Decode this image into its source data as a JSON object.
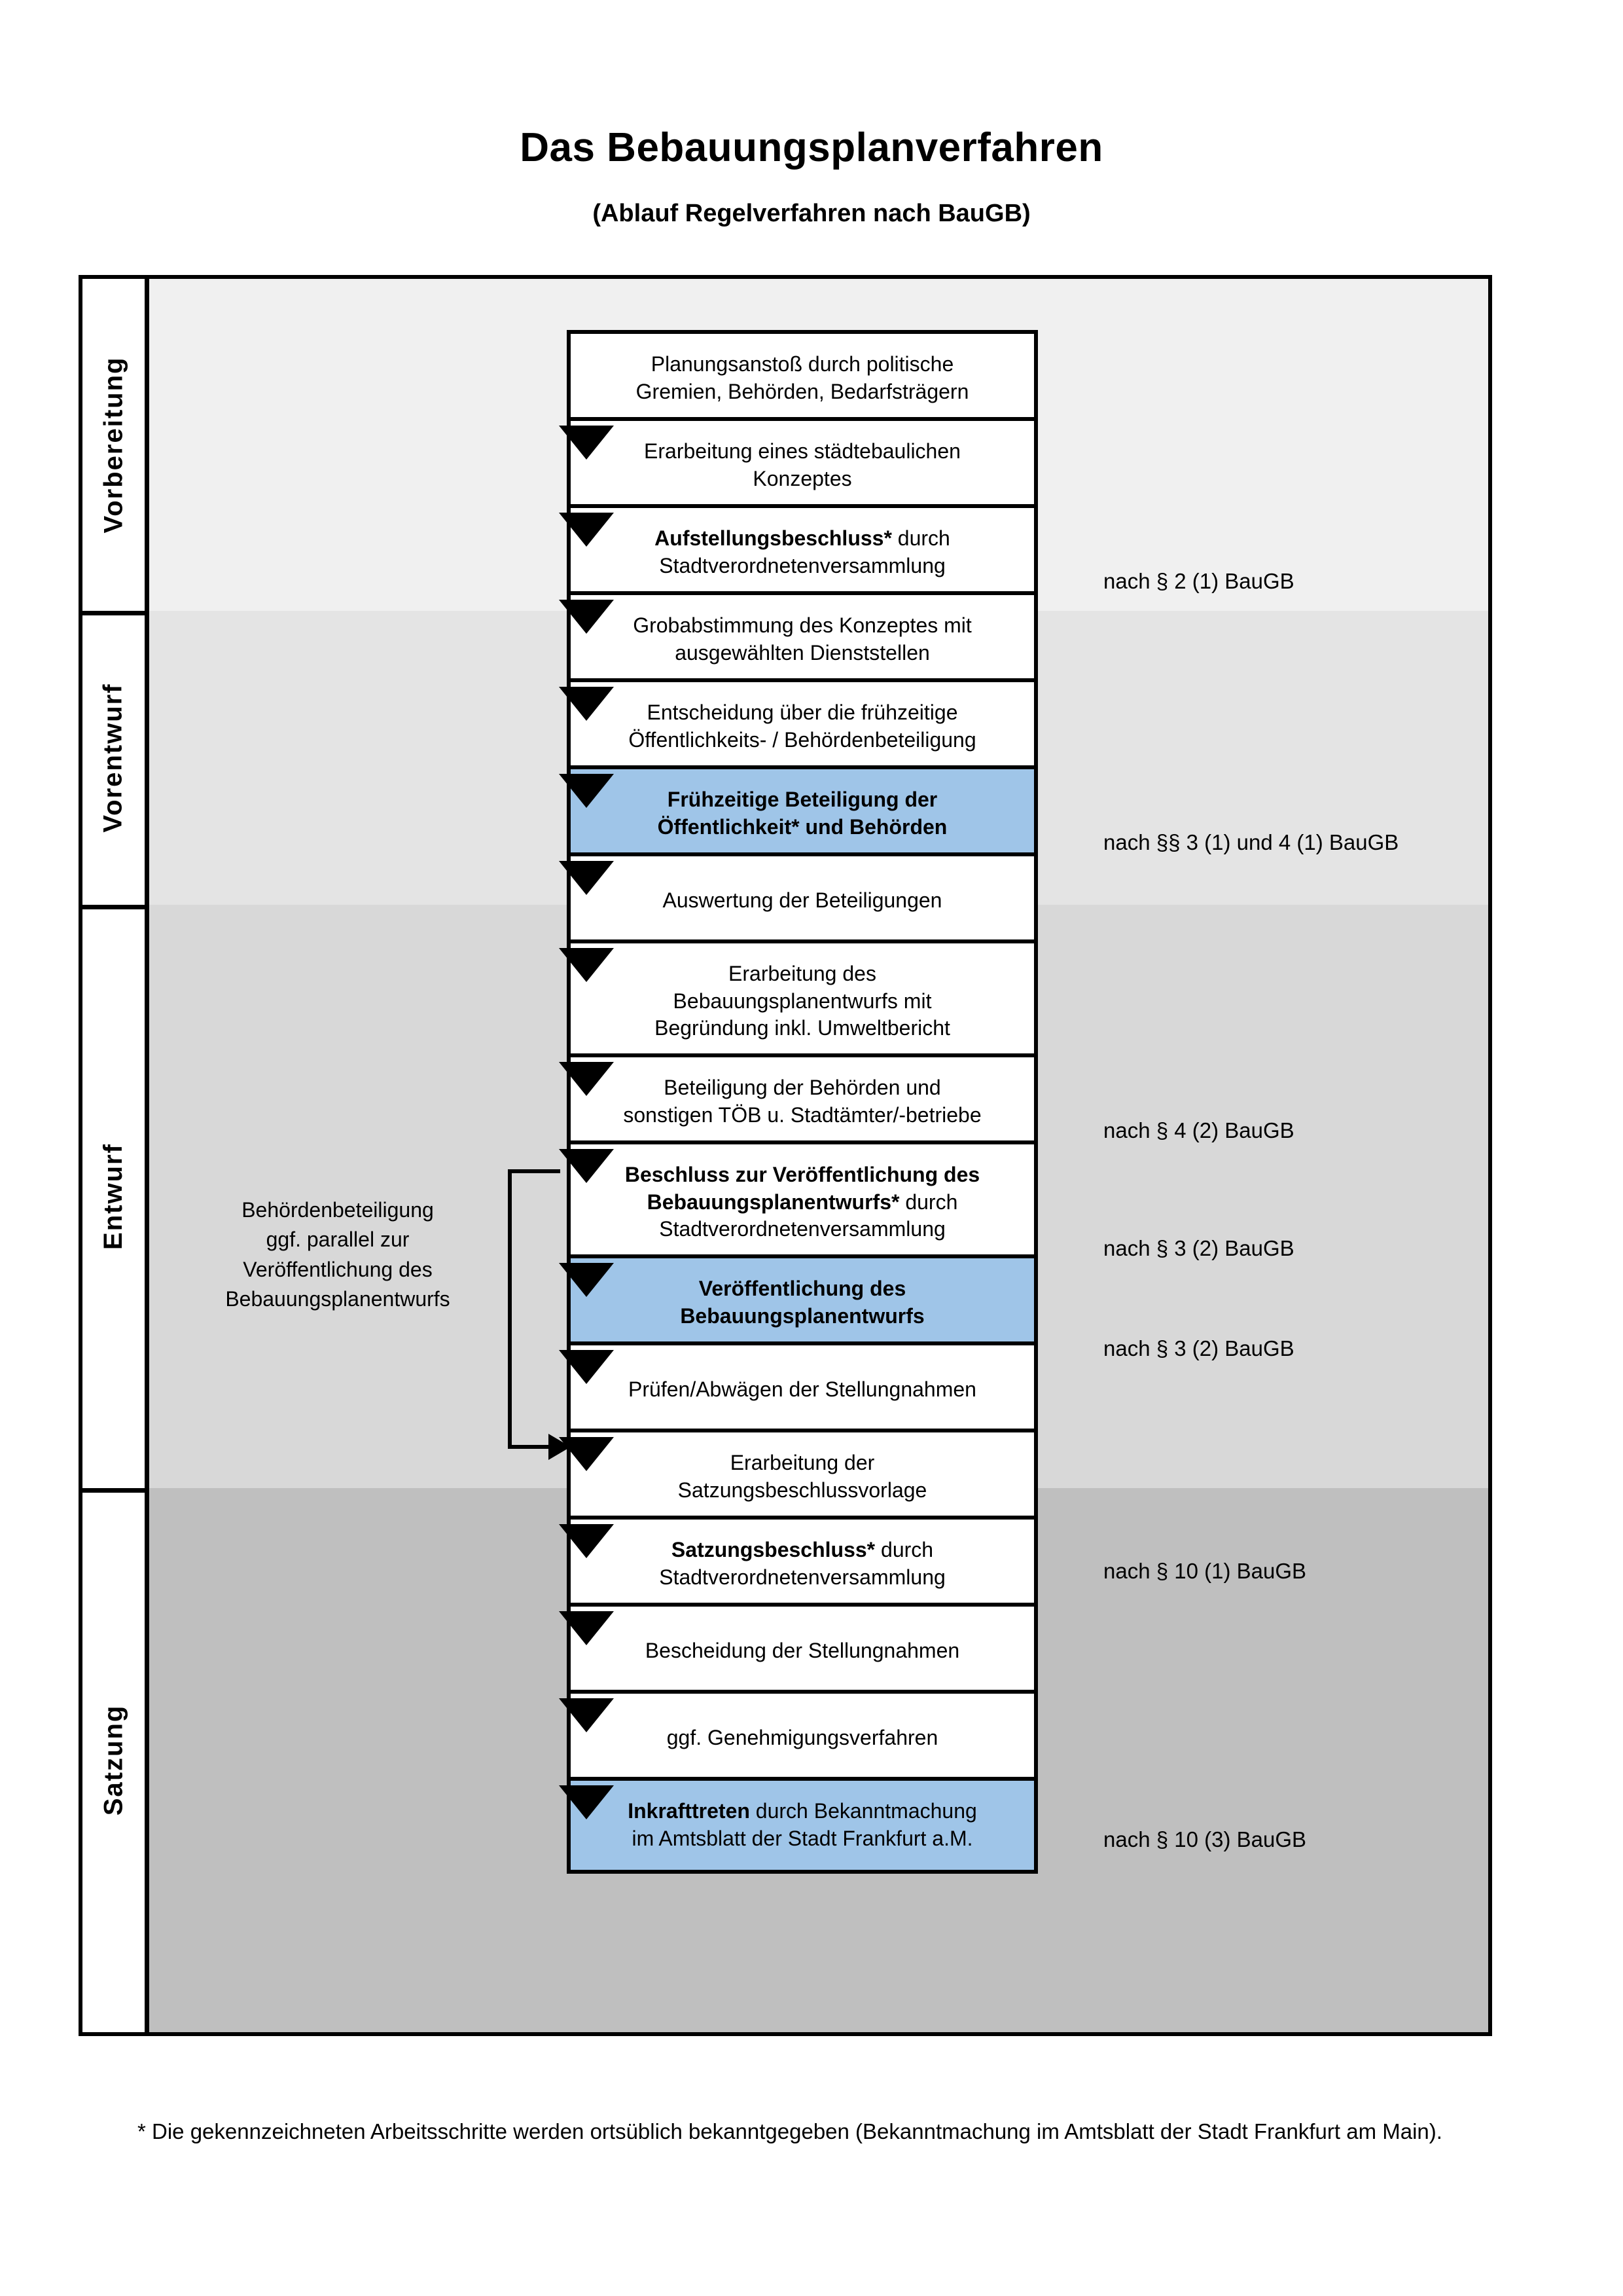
{
  "header": {
    "title": "Das Bebauungsplanverfahren",
    "subtitle": "(Ablauf Regelverfahren nach BauGB)"
  },
  "colors": {
    "highlight_blue": "#9fc5e8",
    "band_vorbereitung": "#f0f0f0",
    "band_vorentwurf": "#e4e4e4",
    "band_entwurf": "#d8d8d8",
    "band_satzung": "#bfbfbf",
    "box_border": "#000000",
    "box_fill": "#ffffff"
  },
  "phases": [
    {
      "id": "vorbereitung",
      "label": "Vorbereitung"
    },
    {
      "id": "vorentwurf",
      "label": "Vorentwurf"
    },
    {
      "id": "entwurf",
      "label": "Entwurf"
    },
    {
      "id": "satzung",
      "label": "Satzung"
    }
  ],
  "steps": [
    {
      "id": "planungsanstoss",
      "phase": "vorbereitung",
      "highlight": false,
      "lines": [
        {
          "text": "Planungsanstoß durch politische",
          "bold": false
        },
        {
          "text": "Gremien, Behörden, Bedarfsträgern",
          "bold": false
        }
      ]
    },
    {
      "id": "staedtebauliches-konzept",
      "phase": "vorbereitung",
      "highlight": false,
      "lines": [
        {
          "text": "Erarbeitung eines städtebaulichen",
          "bold": false
        },
        {
          "text": "Konzeptes",
          "bold": false
        }
      ]
    },
    {
      "id": "aufstellungsbeschluss",
      "phase": "vorbereitung",
      "highlight": false,
      "lines": [
        {
          "text": "Aufstellungsbeschluss*",
          "bold": true,
          "suffix": " durch"
        },
        {
          "text": "Stadtverordnetenversammlung",
          "bold": false
        }
      ]
    },
    {
      "id": "grobabstimmung",
      "phase": "vorentwurf",
      "highlight": false,
      "lines": [
        {
          "text": "Grobabstimmung des Konzeptes mit",
          "bold": false
        },
        {
          "text": "ausgewählten Dienststellen",
          "bold": false
        }
      ]
    },
    {
      "id": "entscheidung-fruehzeitige-beteiligung",
      "phase": "vorentwurf",
      "highlight": false,
      "lines": [
        {
          "text": "Entscheidung über die frühzeitige",
          "bold": false
        },
        {
          "text": "Öffentlichkeits- / Behördenbeteiligung",
          "bold": false
        }
      ]
    },
    {
      "id": "fruehzeitige-beteiligung",
      "phase": "vorentwurf",
      "highlight": true,
      "lines": [
        {
          "text": "Frühzeitige Beteiligung der",
          "bold": true
        },
        {
          "text": "Öffentlichkeit* und Behörden",
          "bold": true
        }
      ]
    },
    {
      "id": "auswertung-beteiligungen",
      "phase": "entwurf",
      "highlight": false,
      "lines": [
        {
          "text": "Auswertung der Beteiligungen",
          "bold": false
        }
      ]
    },
    {
      "id": "erarbeitung-bebauungsplanentwurf",
      "phase": "entwurf",
      "highlight": false,
      "lines": [
        {
          "text": "Erarbeitung des",
          "bold": false
        },
        {
          "text": "Bebauungsplanentwurfs mit",
          "bold": false
        },
        {
          "text": "Begründung inkl. Umweltbericht",
          "bold": false
        }
      ]
    },
    {
      "id": "beteiligung-behoerden-toeb",
      "phase": "entwurf",
      "highlight": false,
      "lines": [
        {
          "text": "Beteiligung der Behörden und",
          "bold": false
        },
        {
          "text": "sonstigen TÖB u. Stadtämter/-betriebe",
          "bold": false
        }
      ]
    },
    {
      "id": "beschluss-veroeffentlichung",
      "phase": "entwurf",
      "highlight": false,
      "lines": [
        {
          "text": "Beschluss zur Veröffentlichung des",
          "bold": true
        },
        {
          "text": "Bebauungsplanentwurfs*",
          "bold": true,
          "suffix": " durch"
        },
        {
          "text": "Stadtverordnetenversammlung",
          "bold": false
        }
      ]
    },
    {
      "id": "veroeffentlichung-bebauungsplanentwurf",
      "phase": "entwurf",
      "highlight": true,
      "lines": [
        {
          "text": "Veröffentlichung des",
          "bold": true
        },
        {
          "text": "Bebauungsplanentwurfs",
          "bold": true
        }
      ]
    },
    {
      "id": "pruefen-abwaegen",
      "phase": "satzung",
      "highlight": false,
      "lines": [
        {
          "text": "Prüfen/Abwägen der Stellungnahmen",
          "bold": false
        }
      ]
    },
    {
      "id": "erarbeitung-satzungsbeschlussvorlage",
      "phase": "satzung",
      "highlight": false,
      "lines": [
        {
          "text": "Erarbeitung der",
          "bold": false
        },
        {
          "text": "Satzungsbeschlussvorlage",
          "bold": false
        }
      ]
    },
    {
      "id": "satzungsbeschluss",
      "phase": "satzung",
      "highlight": false,
      "lines": [
        {
          "text": "Satzungsbeschluss*",
          "bold": true,
          "suffix": " durch"
        },
        {
          "text": "Stadtverordnetenversammlung",
          "bold": false
        }
      ]
    },
    {
      "id": "bescheidung-stellungnahmen",
      "phase": "satzung",
      "highlight": false,
      "lines": [
        {
          "text": "Bescheidung der Stellungnahmen",
          "bold": false
        }
      ]
    },
    {
      "id": "genehmigungsverfahren",
      "phase": "satzung",
      "highlight": false,
      "lines": [
        {
          "text": "ggf. Genehmigungsverfahren",
          "bold": false
        }
      ]
    },
    {
      "id": "inkrafttreten",
      "phase": "satzung",
      "highlight": true,
      "lines": [
        {
          "text": "Inkrafttreten",
          "bold": true,
          "suffix": " durch Bekanntmachung"
        },
        {
          "text": "im Amtsblatt der Stadt Frankfurt a.M.",
          "bold": false
        }
      ]
    }
  ],
  "legal_refs": [
    {
      "id": "ref-par2-1",
      "text": "nach § 2 (1) BauGB",
      "for_step": "aufstellungsbeschluss"
    },
    {
      "id": "ref-par3-4-1",
      "text": "nach §§ 3 (1) und 4 (1) BauGB",
      "for_step": "fruehzeitige-beteiligung"
    },
    {
      "id": "ref-par4-2",
      "text": "nach § 4 (2) BauGB",
      "for_step": "beteiligung-behoerden-toeb"
    },
    {
      "id": "ref-par3-2-a",
      "text": "nach § 3 (2) BauGB",
      "for_step": "beschluss-veroeffentlichung"
    },
    {
      "id": "ref-par3-2-b",
      "text": "nach § 3 (2) BauGB",
      "for_step": "veroeffentlichung-bebauungsplanentwurf"
    },
    {
      "id": "ref-par10-1",
      "text": "nach § 10 (1) BauGB",
      "for_step": "satzungsbeschluss"
    },
    {
      "id": "ref-par10-3",
      "text": "nach § 10 (3) BauGB",
      "for_step": "inkrafttreten"
    }
  ],
  "side_note": {
    "id": "behoerdenbeteiligung-parallel",
    "lines": [
      "Behördenbeteiligung",
      "ggf. parallel zur",
      "Veröffentlichung des",
      "Bebauungsplanentwurfs"
    ]
  },
  "footnote": {
    "text": "* Die gekennzeichneten Arbeitsschritte werden ortsüblich bekanntgegeben (Bekanntmachung im Amtsblatt  der Stadt Frankfurt am Main)."
  }
}
